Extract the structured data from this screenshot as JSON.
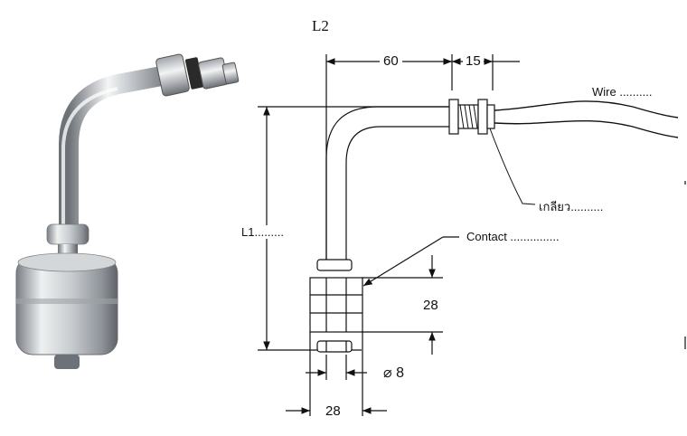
{
  "diagram": {
    "title": "L2",
    "dimensions": {
      "horizontal_arm": "60",
      "thread_length": "15",
      "float_height": "28",
      "stem_diameter": "⌀ 8",
      "float_diameter": "28"
    },
    "labels": {
      "length": "L1.........",
      "wire": "Wire ..........",
      "thread": "เกลียว..........",
      "contact": "Contact ..............."
    }
  },
  "colors": {
    "line": "#111111",
    "steel_light": "#e8eaec",
    "steel_dark": "#6d7278"
  }
}
